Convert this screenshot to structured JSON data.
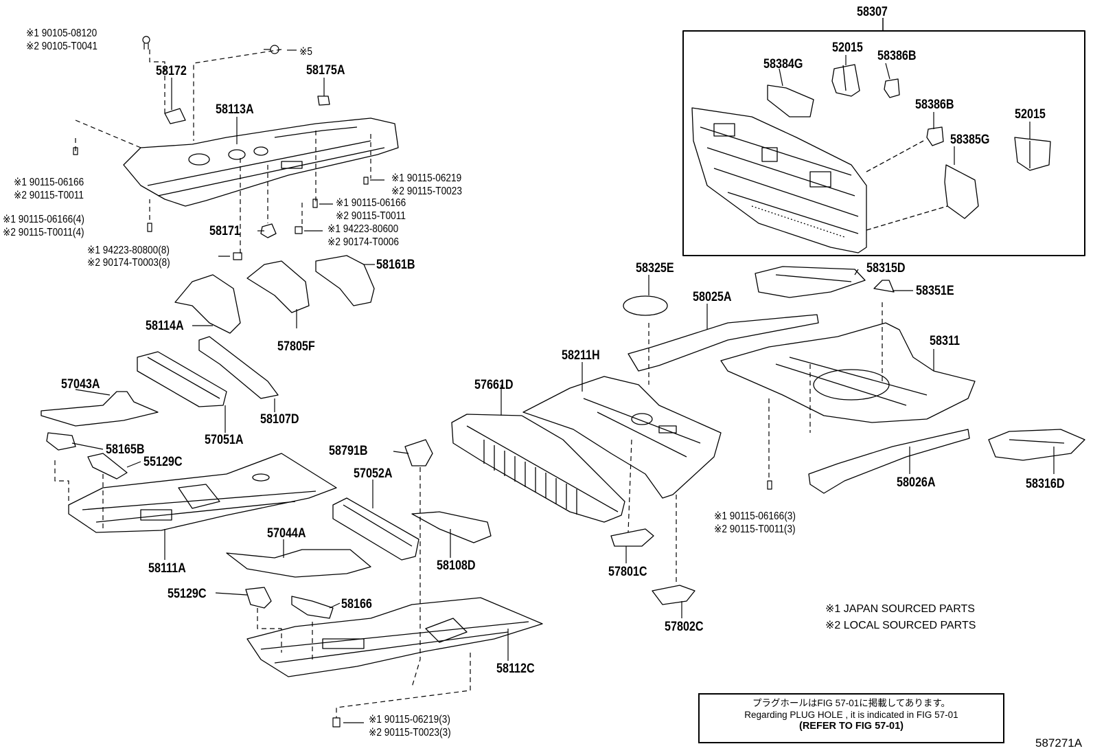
{
  "labels": {
    "p58307": "58307",
    "p58384G": "58384G",
    "p52015a": "52015",
    "p58386Ba": "58386B",
    "p58386Bb": "58386B",
    "p52015b": "52015",
    "p58385G": "58385G",
    "p58172": "58172",
    "p58175A": "58175A",
    "p58113A": "58113A",
    "p58171": "58171",
    "p58161B": "58161B",
    "p58114A": "58114A",
    "p57805F": "57805F",
    "p57043A": "57043A",
    "p57051A": "57051A",
    "p58107D": "58107D",
    "p58165B": "58165B",
    "p55129Ca": "55129C",
    "p58111A": "58111A",
    "p58791B": "58791B",
    "p57052A": "57052A",
    "p57044A": "57044A",
    "p58108D": "58108D",
    "p55129Cb": "55129C",
    "p58166": "58166",
    "p58112C": "58112C",
    "p57661D": "57661D",
    "p58211H": "58211H",
    "p57801C": "57801C",
    "p57802C": "57802C",
    "p58325E": "58325E",
    "p58025A": "58025A",
    "p58315D": "58315D",
    "p58351E": "58351E",
    "p58311": "58311",
    "p58026A": "58026A",
    "p58316D": "58316D"
  },
  "notes": {
    "n1a": "※1 90105-08120",
    "n1b": "※2 90105-T0041",
    "n2": "※5",
    "n3a": "※1 90115-06166",
    "n3b": "※2 90115-T0011",
    "n4a": "※1 90115-06166(4)",
    "n4b": "※2 90115-T0011(4)",
    "n5a": "※1 90115-06219",
    "n5b": "※2 90115-T0023",
    "n6a": "※1 90115-06166",
    "n6b": "※2 90115-T0011",
    "n7a": "※1 94223-80600",
    "n7b": "※2 90174-T0006",
    "n8a": "※1 94223-80800(8)",
    "n8b": "※2 90174-T0003(8)",
    "n9a": "※1 90115-06166(3)",
    "n9b": "※2 90115-T0011(3)",
    "n10a": "※1 90115-06219(3)",
    "n10b": "※2 90115-T0023(3)"
  },
  "legend": {
    "l1": "※1 JAPAN SOURCED PARTS",
    "l2": "※2 LOCAL SOURCED PARTS"
  },
  "reference": {
    "jp": "プラグホールはFIG 57-01に掲載してあります。",
    "en": "Regarding  PLUG  HOLE , it is indicated in FIG  57-01",
    "refer": "(REFER TO FIG 57-01)"
  },
  "figure_id": "587271A"
}
